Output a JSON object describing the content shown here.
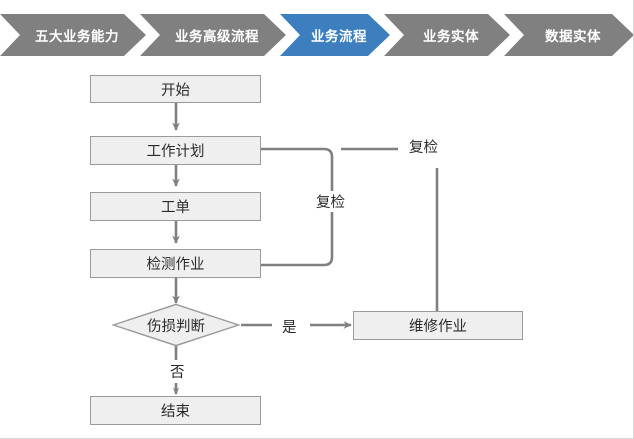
{
  "breadcrumb": {
    "active_color": "#3d7ebf",
    "inactive_color": "#808080",
    "text_color": "#ffffff",
    "items": [
      {
        "label": "五大业务能力",
        "active": false
      },
      {
        "label": "业务高级流程",
        "active": false
      },
      {
        "label": "业务流程",
        "active": true
      },
      {
        "label": "业务实体",
        "active": false
      },
      {
        "label": "数据实体",
        "active": false
      }
    ]
  },
  "flowchart": {
    "node_fill": "#efefef",
    "node_border": "#9a9a9a",
    "connector_color": "#808080",
    "text_color": "#2b2b2b",
    "nodes": [
      {
        "id": "start",
        "label": "开始",
        "shape": "rect"
      },
      {
        "id": "workplan",
        "label": "工作计划",
        "shape": "rect"
      },
      {
        "id": "workorder",
        "label": "工单",
        "shape": "rect"
      },
      {
        "id": "inspection",
        "label": "检测作业",
        "shape": "rect"
      },
      {
        "id": "decision",
        "label": "伤损判断",
        "shape": "diamond"
      },
      {
        "id": "repair",
        "label": "维修作业",
        "shape": "rect"
      },
      {
        "id": "end",
        "label": "结束",
        "shape": "rect"
      }
    ],
    "edge_labels": [
      {
        "id": "yes",
        "label": "是"
      },
      {
        "id": "no",
        "label": "否"
      },
      {
        "id": "recheck-1",
        "label": "复检"
      },
      {
        "id": "recheck-2",
        "label": "复检"
      }
    ]
  }
}
